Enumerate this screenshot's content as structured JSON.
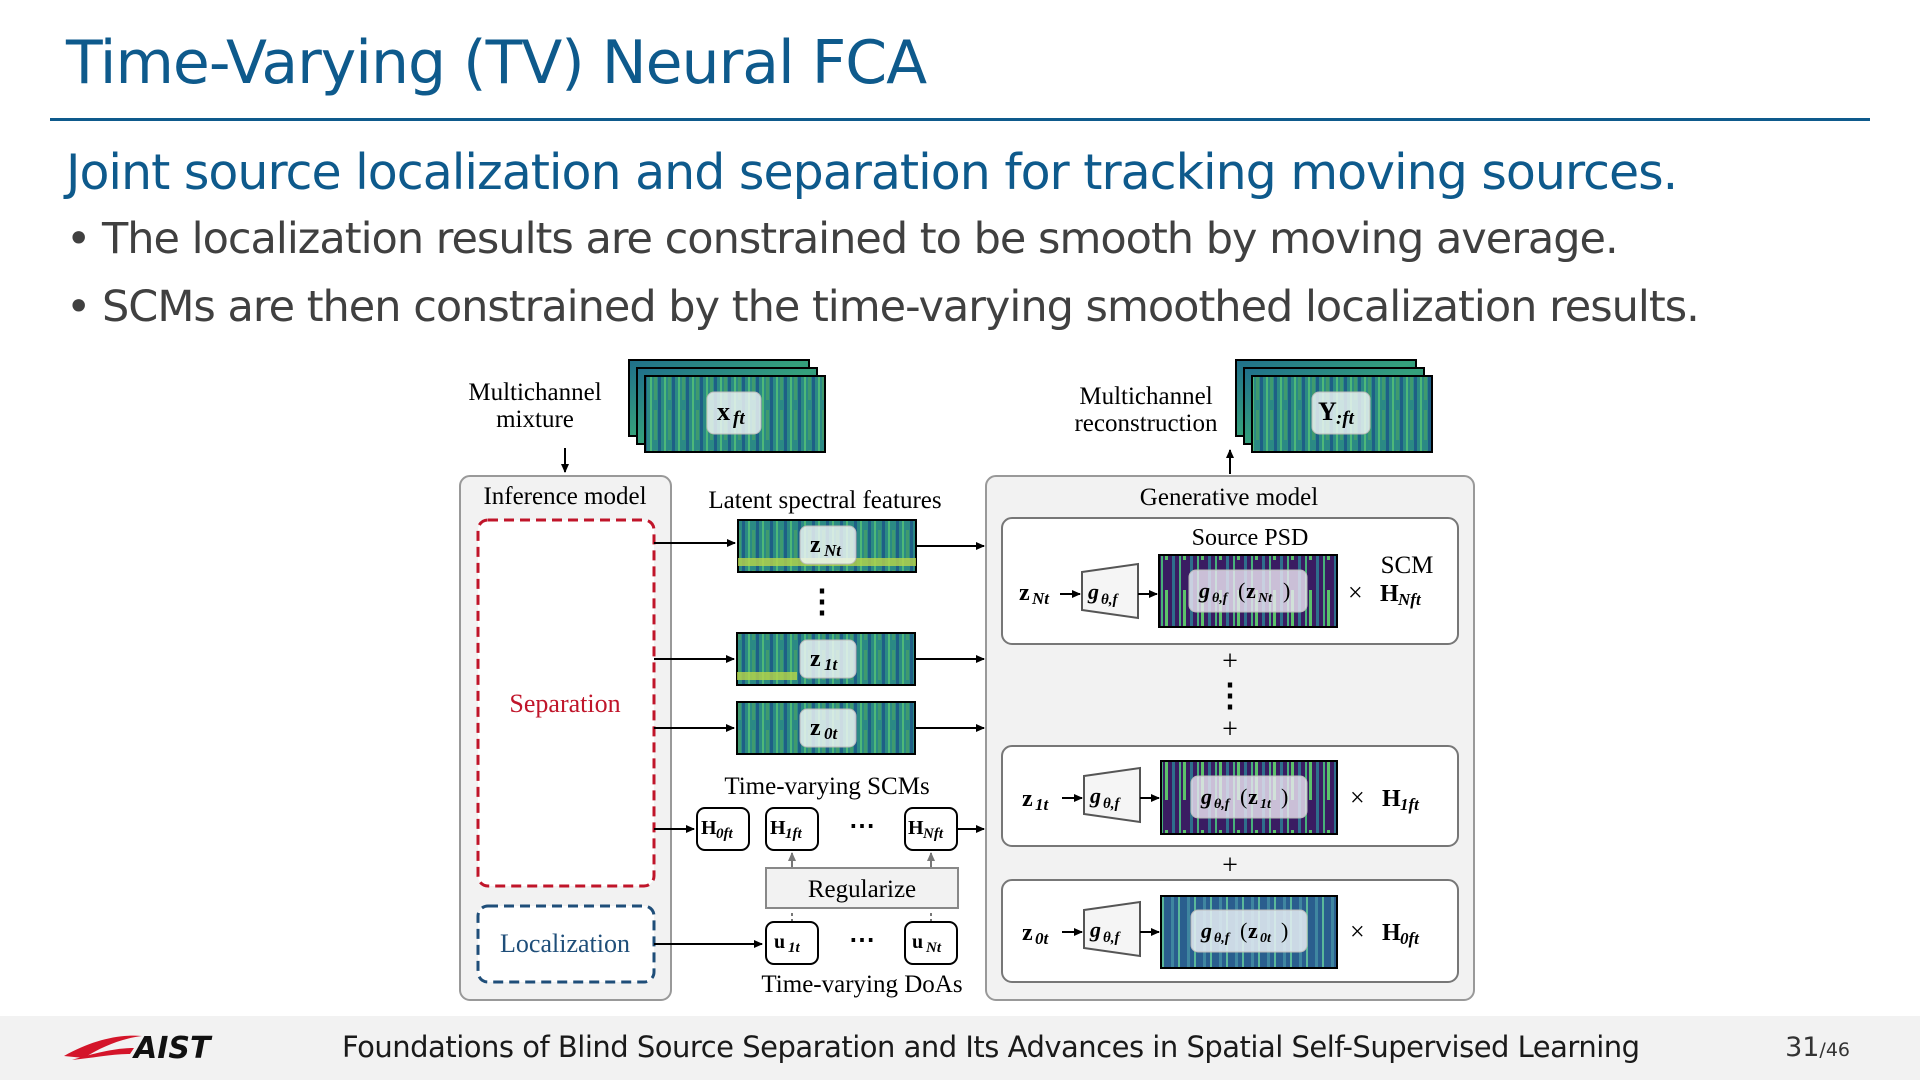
{
  "slide": {
    "title": "Time-Varying (TV) Neural FCA",
    "subtitle": "Joint source localization and separation for tracking moving sources.",
    "bullets": [
      "The localization results are constrained to be smooth by moving average.",
      "SCMs are then constrained by the time-varying smoothed localization results."
    ],
    "bullet_symbol": "•"
  },
  "diagram": {
    "mixture_label_1": "Multichannel",
    "mixture_label_2": "mixture",
    "mixture_symbol": "x",
    "mixture_sub": "ft",
    "recon_label_1": "Multichannel",
    "recon_label_2": "reconstruction",
    "recon_symbol": "Y",
    "recon_sub": ":ft",
    "inference_title": "Inference model",
    "separation_label": "Separation",
    "localization_label": "Localization",
    "latent_label": "Latent spectral features",
    "latent": [
      {
        "sym": "z",
        "sub": "Nt"
      },
      {
        "sym": "z",
        "sub": "1t"
      },
      {
        "sym": "z",
        "sub": "0t"
      }
    ],
    "vdots": "⋮",
    "tv_scms_label": "Time-varying SCMs",
    "scms": [
      {
        "sym": "H",
        "sub": "0ft"
      },
      {
        "sym": "H",
        "sub": "1ft"
      },
      {
        "sym": "H",
        "sub": "Nft"
      }
    ],
    "ellipsis": "⋯",
    "regularize_label": "Regularize",
    "doas": [
      {
        "sym": "u",
        "sub": "1t"
      },
      {
        "sym": "u",
        "sub": "Nt"
      }
    ],
    "tv_doas_label": "Time-varying DoAs",
    "generative_title": "Generative model",
    "source_psd_label": "Source PSD",
    "scm_label": "SCM",
    "decoder_sym": "g",
    "decoder_sub": "θ,f",
    "times": "×",
    "plus": "+",
    "gen_rows": [
      {
        "z_sub": "Nt",
        "h_sub": "Nft"
      },
      {
        "z_sub": "1t",
        "h_sub": "1ft"
      },
      {
        "z_sub": "0t",
        "h_sub": "0ft"
      }
    ],
    "colors": {
      "separation": "#c0152a",
      "localization": "#1f4e79",
      "spectrogram_teal": "#2a8a8a",
      "psd_purple": "#3b1f5e"
    }
  },
  "footer": {
    "logo_text": "AIST",
    "text": "Foundations of Blind Source Separation and Its Advances in Spatial Self-Supervised Learning",
    "page": "31",
    "total": "/46"
  }
}
